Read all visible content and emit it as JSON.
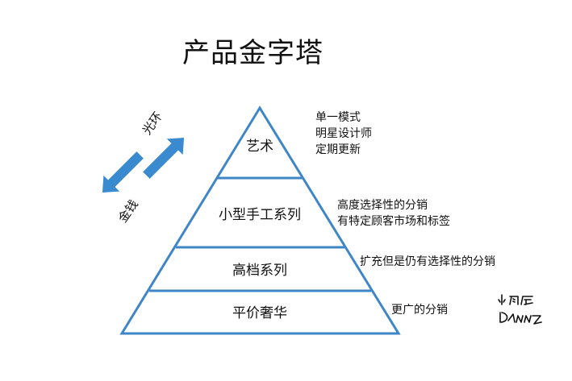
{
  "title": "产品金字塔",
  "axis": {
    "up_label": "光环",
    "down_label": "金钱"
  },
  "tiers": [
    {
      "label": "艺术",
      "notes": [
        "单一模式",
        "明星设计师",
        "定期更新"
      ]
    },
    {
      "label": "小型手工系列",
      "notes": [
        "高度选择性的分销",
        "有特定顾客市场和标签"
      ]
    },
    {
      "label": "高档系列",
      "notes": [
        "扩充但是仍有选择性的分销"
      ]
    },
    {
      "label": "平价奢华",
      "notes": [
        "更广的分销"
      ]
    }
  ],
  "signature": {
    "text": "小丹尼 Danny",
    "kind": "handwritten signature"
  },
  "colors": {
    "outline": "#3f86c6",
    "arrow": "#3a8ad0",
    "text": "#111111"
  }
}
